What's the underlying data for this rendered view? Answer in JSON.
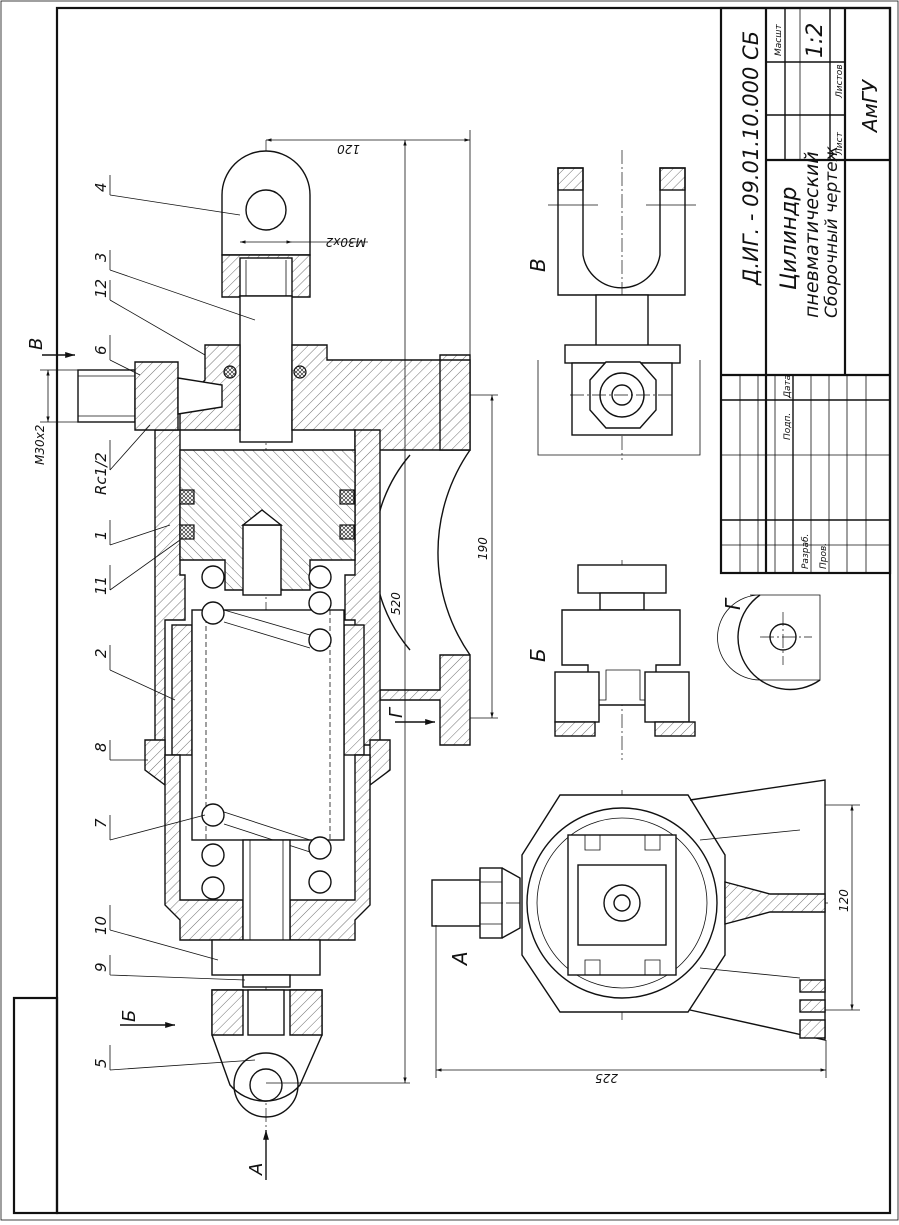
{
  "title_block": {
    "designation": "Д.ИГ. - 09.01.10.000 СБ",
    "name_line1": "Цилиндр",
    "name_line2": "пневматический",
    "name_line3": "Сборочный чертеж",
    "organization": "АмГУ",
    "scale_label": "Масшт",
    "scale_value": "1:2",
    "sheet_label": "Лист",
    "sheets_label": "Листов",
    "developer_label": "Разраб.",
    "checker_label": "Пров.",
    "sign_label": "Подп.",
    "date_label": "Дата"
  },
  "positions": [
    "1",
    "2",
    "3",
    "4",
    "5",
    "6",
    "7",
    "8",
    "9",
    "10",
    "11",
    "12"
  ],
  "dimensions": {
    "d120_top": "120",
    "m30x2_rod": "M30x2",
    "m30x2_port": "M30x2",
    "rc_port": "Rc1/2",
    "d520": "520",
    "d190": "190",
    "d225": "225",
    "d120_side": "120"
  },
  "view_labels": {
    "view_b_arrow": "В",
    "view_b": "В",
    "view_bb_arrow": "Б",
    "view_bb": "Б",
    "view_g_arrow": "Г",
    "view_g": "Г",
    "view_a_arrow": "А",
    "view_a": "А"
  }
}
